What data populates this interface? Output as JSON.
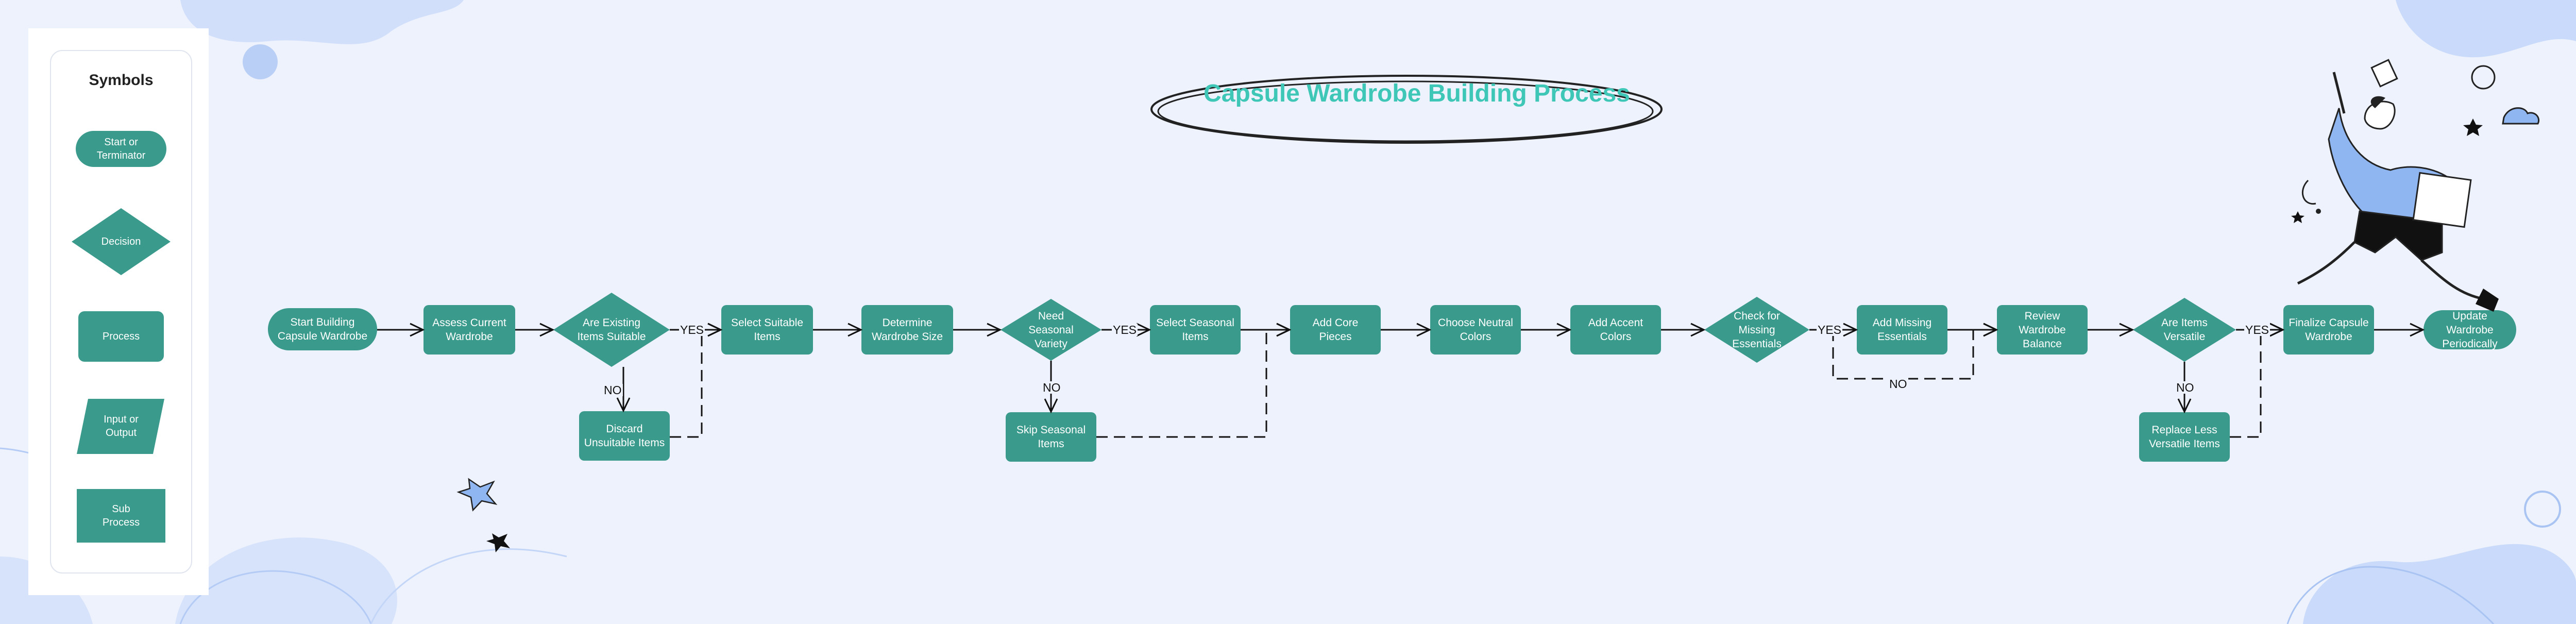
{
  "title": "Capsule Wardrobe Building Process",
  "legend": {
    "title": "Symbols",
    "items": [
      {
        "shape": "terminator",
        "label": "Start or Terminator"
      },
      {
        "shape": "decision",
        "label": "Decision"
      },
      {
        "shape": "process",
        "label": "Process"
      },
      {
        "shape": "io",
        "label": "Input or Output"
      },
      {
        "shape": "subprocess",
        "label": "Sub Process"
      }
    ]
  },
  "nodes": {
    "start": "Start Building Capsule Wardrobe",
    "assess": "Assess Current Wardrobe",
    "suitable": "Are Existing Items Suitable",
    "discard": "Discard Unsuitable Items",
    "select_suitable": "Select Suitable Items",
    "size": "Determine Wardrobe Size",
    "seasonal_q": "Need Seasonal Variety",
    "select_seasonal": "Select Seasonal Items",
    "skip_seasonal": "Skip Seasonal Items",
    "core": "Add Core Pieces",
    "neutral": "Choose Neutral Colors",
    "accent": "Add Accent Colors",
    "missing_q": "Check for Missing Essentials",
    "add_missing": "Add Missing Essentials",
    "review": "Review Wardrobe Balance",
    "versatile_q": "Are Items Versatile",
    "replace": "Replace Less Versatile Items",
    "finalize": "Finalize Capsule Wardrobe",
    "update": "Update Wardrobe Periodically"
  },
  "edge_labels": {
    "yes": "YES",
    "no": "NO"
  },
  "colors": {
    "node_fill": "#3a9a8c",
    "title": "#3ec6b6",
    "background": "#eef2fd",
    "accent_blue": "#8fb6f0"
  }
}
